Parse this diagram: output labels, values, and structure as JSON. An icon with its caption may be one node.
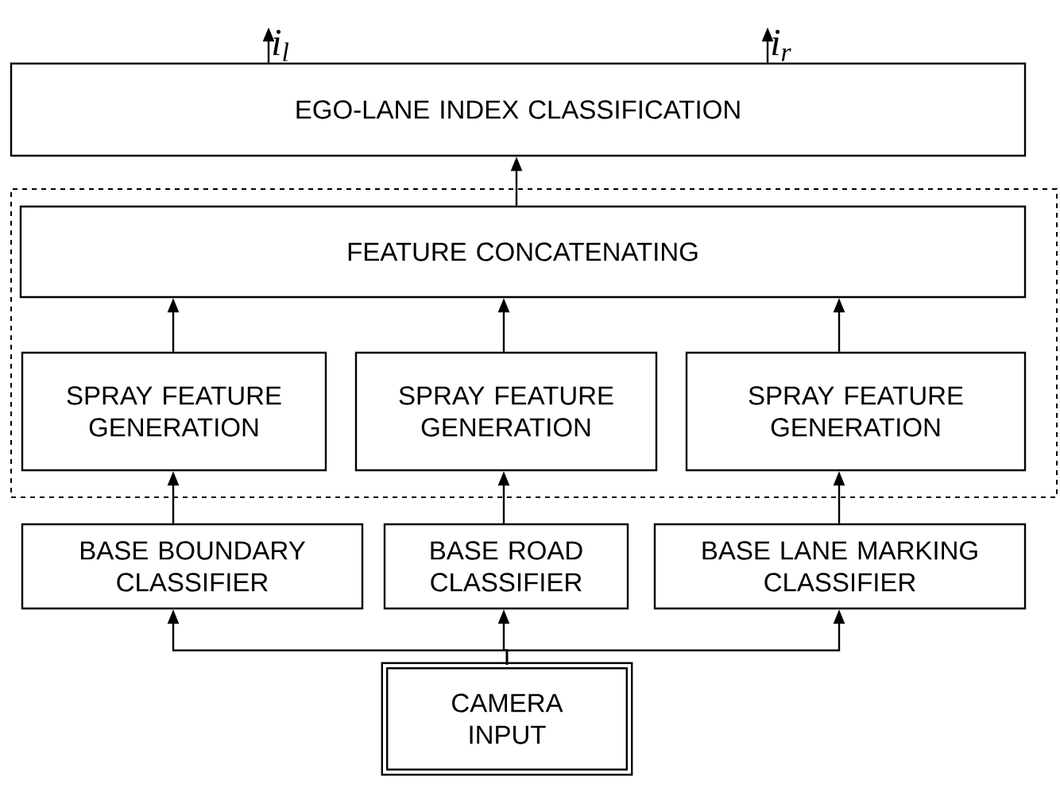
{
  "diagram": {
    "nodes": [
      {
        "text": [
          "i$_{l}$"
        ]
      },
      {
        "text": [
          "i$_{r}$"
        ]
      },
      {
        "text": [
          "EGO-LANE INDEX CLASSIFICATION"
        ]
      },
      {
        "text": [],
        "shape": "box"
      },
      {
        "text": [
          "FEATURE CONCATENATING"
        ],
        "in": 3
      },
      {
        "text": [
          "SPRAY FEATURE GENERATION"
        ],
        "in": 3
      },
      {
        "text": [
          "SPRAY FEATURE GENERATION"
        ],
        "in": 3
      },
      {
        "text": [
          "SPRAY FEATURE GENERATION"
        ],
        "in": 3
      },
      {
        "text": [
          "BASE BOUNDARY CLASSIFIER"
        ]
      },
      {
        "text": [
          "BASE ROAD CLASSIFIER"
        ]
      },
      {
        "text": [
          "BASE LANE MARKING CLASSIFIER"
        ]
      },
      {
        "text": [
          "CAMERA INPUT"
        ]
      }
    ],
    "edges": [
      {
        "from": 2,
        "to": 0,
        "arrow": "to"
      },
      {
        "from": 2,
        "to": 1,
        "arrow": "to"
      },
      {
        "from": 4,
        "to": 2,
        "arrow": "to"
      },
      {
        "from": 5,
        "to": 4,
        "arrow": "to"
      },
      {
        "from": 6,
        "to": 4,
        "arrow": "to"
      },
      {
        "from": 7,
        "to": 4,
        "arrow": "to"
      },
      {
        "from": 8,
        "to": 5,
        "arrow": "to"
      },
      {
        "from": 9,
        "to": 6,
        "arrow": "to"
      },
      {
        "from": 10,
        "to": 7,
        "arrow": "to"
      },
      {
        "from": 11,
        "to": 8,
        "arrow": "to"
      },
      {
        "from": 11,
        "to": 9,
        "arrow": "to"
      },
      {
        "from": 11,
        "to": 10,
        "arrow": "to"
      }
    ]
  }
}
